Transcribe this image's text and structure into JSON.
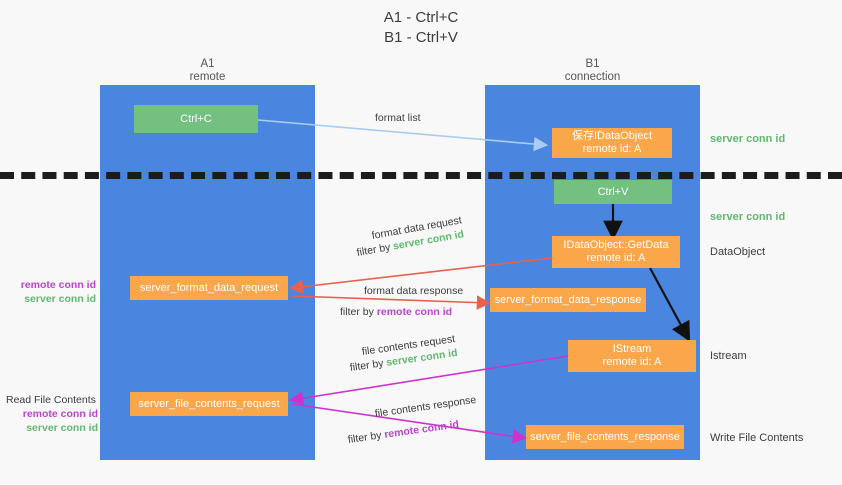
{
  "title": {
    "line1": "A1 - Ctrl+C",
    "line2": "B1 - Ctrl+V"
  },
  "columns": [
    {
      "name": "A1",
      "sub": "remote"
    },
    {
      "name": "B1",
      "sub": "connection"
    }
  ],
  "boxes": {
    "ctrl_c": "Ctrl+C",
    "ctrl_v": "Ctrl+V",
    "save_dataobject_l1": "保存IDataObject",
    "save_dataobject_l2": "remote id: A",
    "getdata_l1": "IDataObject::GetData",
    "getdata_l2": "remote id: A",
    "istream_l1": "IStream",
    "istream_l2": "remote id: A",
    "server_format_data_request": "server_format_data_request",
    "server_format_data_response": "server_format_data_response",
    "server_file_contents_request": "server_file_contents_request",
    "server_file_contents_response": "server_file_contents_response"
  },
  "arrow_labels": {
    "format_list": "format list",
    "format_data_request": "format data request",
    "format_data_request_filter_prefix": "filter by ",
    "format_data_request_filter_key": "server conn id",
    "format_data_response": "format data response",
    "format_data_response_filter_prefix": "filter by ",
    "format_data_response_filter_key": "remote conn id",
    "file_contents_request": "file contents request",
    "file_contents_request_filter_prefix": "filter by ",
    "file_contents_request_filter_key": "server conn id",
    "file_contents_response": "file contents response",
    "file_contents_response_filter_prefix": "filter by ",
    "file_contents_response_filter_key": "remote conn id"
  },
  "right_labels": {
    "server_conn_id_top": "server conn id",
    "server_conn_id_mid": "server conn id",
    "dataobject": "DataObject",
    "istream": "Istream",
    "write_file_contents": "Write File Contents"
  },
  "left_labels": {
    "remote_conn_id_1": "remote conn id",
    "server_conn_id_1": "server conn id",
    "read_file_contents": "Read File Contents",
    "remote_conn_id_2": "remote conn id",
    "server_conn_id_2": "server conn id"
  },
  "colors": {
    "lane": "#4a86e0",
    "orange": "#f9a74a",
    "green_box": "#73c080",
    "green_text": "#5eb96e",
    "purple_text": "#bb44cc",
    "arrow_blue": "#a8cdf0",
    "arrow_red": "#e8614d",
    "arrow_magenta": "#cc33cc",
    "arrow_black": "#111111",
    "divider": "#1c1c1c"
  }
}
